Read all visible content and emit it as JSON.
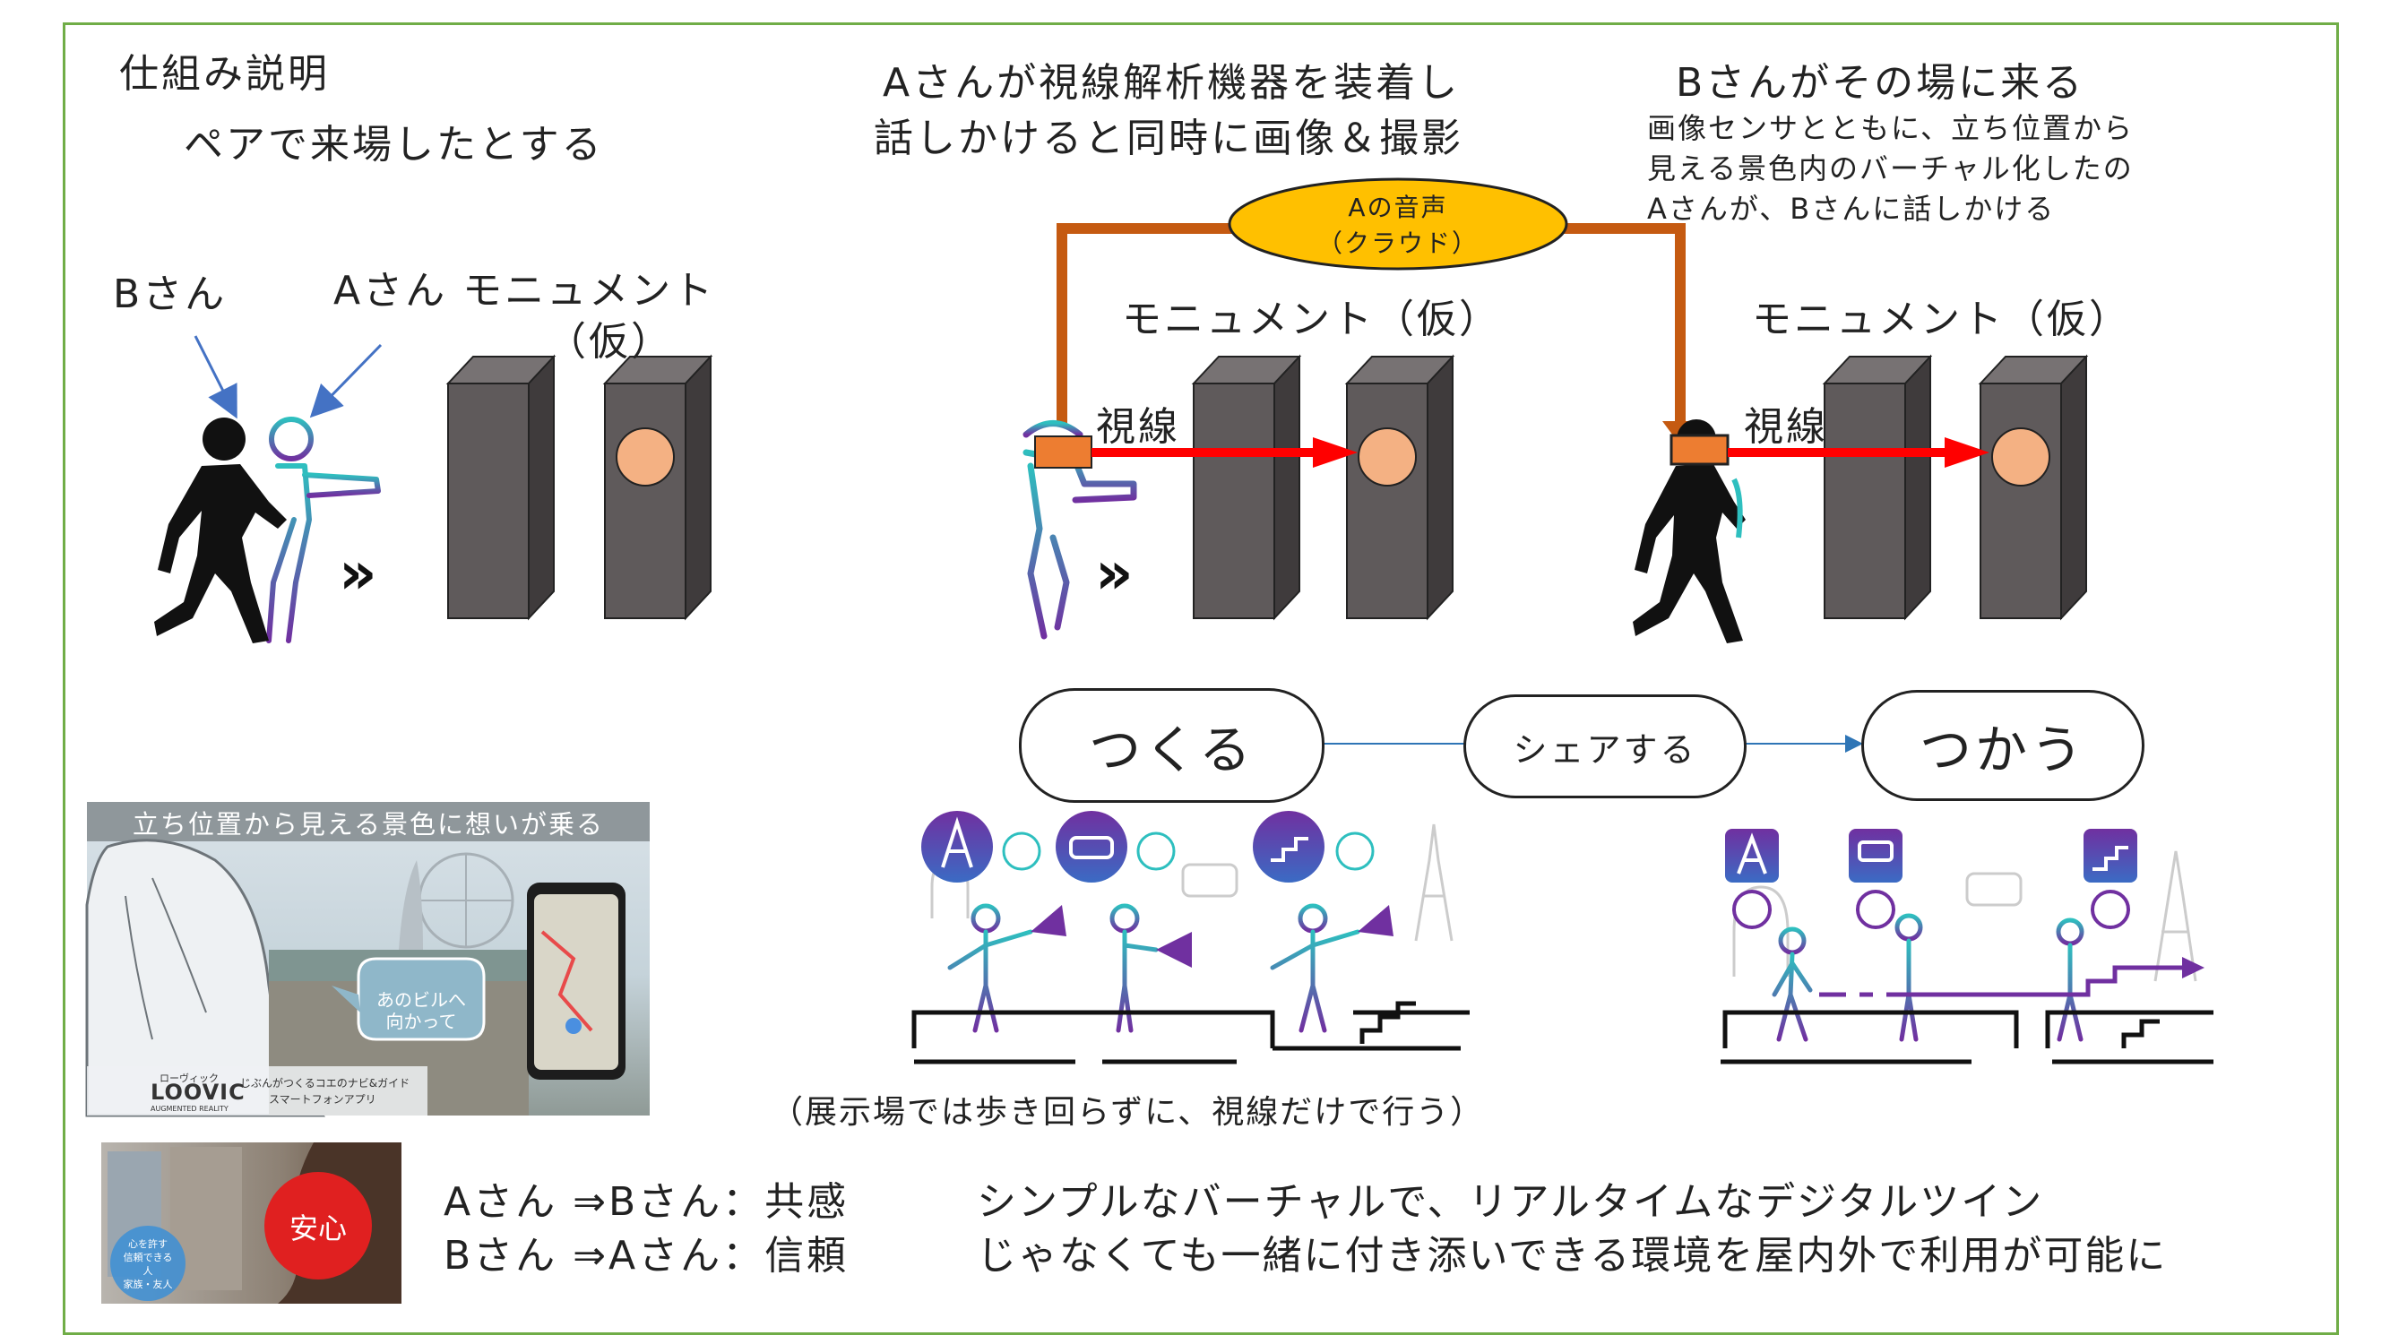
{
  "header": {
    "title": "仕組み説明",
    "subtitle": "ペアで来場したとする"
  },
  "left_panel": {
    "label_b": "Bさん",
    "label_a_monument": "Aさん モニュメント",
    "label_kari": "（仮）"
  },
  "middle_panel": {
    "caption_line1": "Aさんが視線解析機器を装着し",
    "caption_line2": "話しかけると同時に画像＆撮影",
    "monument_label": "モニュメント（仮）",
    "gaze_label": "視線"
  },
  "cloud": {
    "line1": "Aの音声",
    "line2": "（クラウド）"
  },
  "right_panel": {
    "caption_title": "Bさんがその場に来る",
    "caption_line1": "画像センサとともに、立ち位置から",
    "caption_line2": "見える景色内のバーチャル化したの",
    "caption_line3": "Aさんが、Bさんに話しかける",
    "monument_label": "モニュメント（仮）",
    "gaze_label": "視線"
  },
  "flow": {
    "make": "つくる",
    "share": "シェアする",
    "use": "つかう"
  },
  "exhibit_note": "（展示場では歩き回らずに、視線だけで行う）",
  "app_image": {
    "banner": "立ち位置から見える景色に想いが乗る",
    "bubble_line1": "あのビルへ",
    "bubble_line2": "向かって",
    "logo_small": "ローヴィック",
    "logo_name": "LOOVIC",
    "logo_sub": "AUGMENTED REALITY",
    "tagline_line1": "じぶんがつくるコエのナビ&ガイド",
    "tagline_line2": "スマートフォンアプリ"
  },
  "street_image": {
    "badge": "安心",
    "small_line1": "心を許す",
    "small_line2": "信頼できる",
    "small_line3": "人",
    "small_line4": "家族・友人"
  },
  "relations": {
    "line1": "Aさん ⇒Bさん：共感",
    "line2": "Bさん ⇒Aさん：信頼"
  },
  "conclusion": {
    "line1": "シンプルなバーチャルで、リアルタイムなデジタルツイン",
    "line2": "じゃなくても一緒に付き添いできる環境を屋内外で利用が可能に"
  },
  "colors": {
    "frame_green": "#70ad47",
    "pillar_front": "#5f5a5b",
    "pillar_side": "#3f3b3c",
    "pillar_top": "#777273",
    "orange_dot": "#f4b183",
    "gaze_arrow": "#ff0000",
    "cloud_fill": "#ffc000",
    "route_brown": "#c55a11",
    "device_orange": "#ed7d31",
    "flow_blue": "#2e75b6",
    "teal": "#2ebfbf",
    "purple": "#7030a0",
    "badge_red": "#e02020"
  }
}
